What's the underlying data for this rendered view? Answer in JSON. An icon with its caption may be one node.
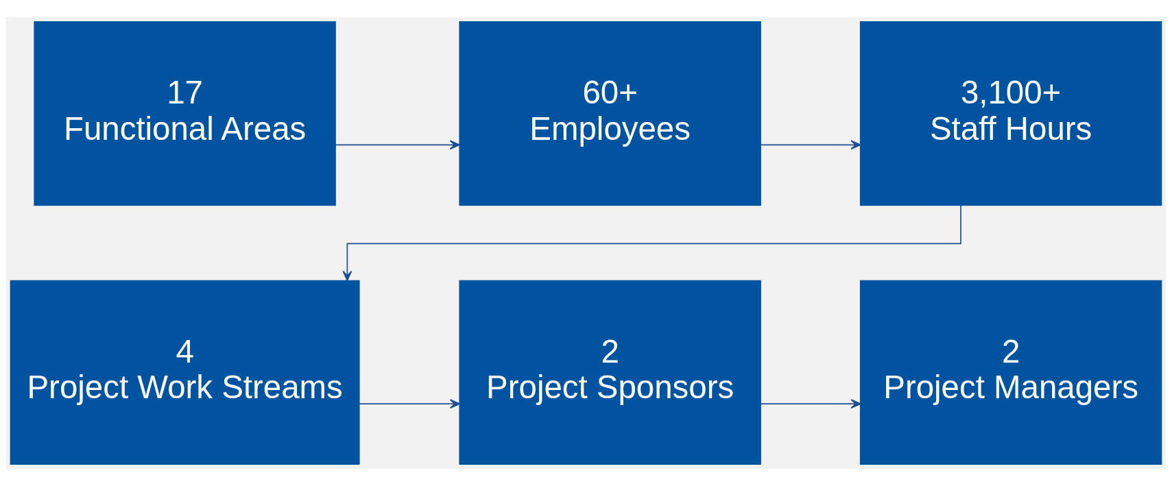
{
  "diagram": {
    "nodes": [
      {
        "text": [
          "17",
          "Functional Areas"
        ]
      },
      {
        "text": [
          "60+",
          "Employees"
        ]
      },
      {
        "text": [
          "3,100+",
          "Staff Hours"
        ]
      },
      {
        "text": [
          "4",
          "Project Work Streams"
        ]
      },
      {
        "text": [
          "2",
          "Project Sponsors"
        ]
      },
      {
        "text": [
          "2",
          "Project Managers"
        ]
      }
    ],
    "edges": [
      {
        "from": 0,
        "to": 1,
        "arrow": "to"
      },
      {
        "from": 1,
        "to": 2,
        "arrow": "to"
      },
      {
        "from": 2,
        "to": 3,
        "arrow": "to"
      },
      {
        "from": 3,
        "to": 4,
        "arrow": "to"
      },
      {
        "from": 4,
        "to": 5,
        "arrow": "to"
      }
    ]
  }
}
